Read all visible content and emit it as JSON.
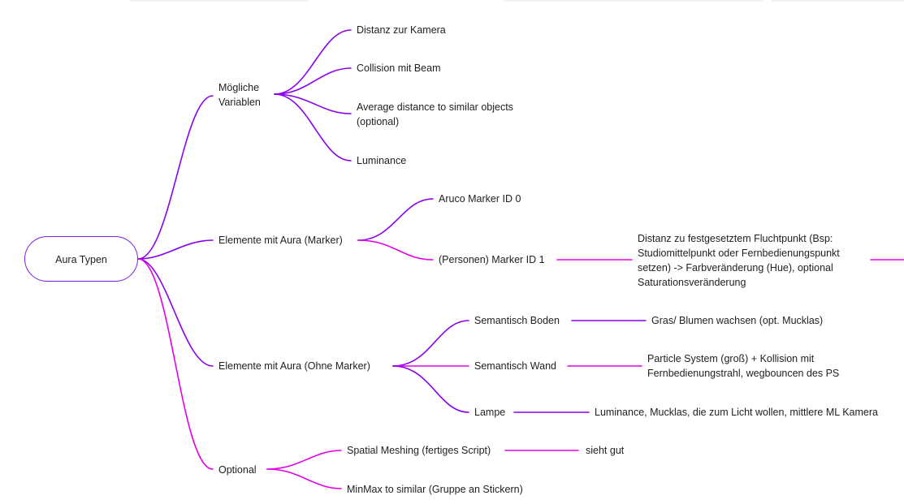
{
  "colors": {
    "purple": "#8a00ee",
    "magenta": "#e300e8",
    "violet": "#a000e6"
  },
  "root": {
    "label": "Aura Typen"
  },
  "branches": {
    "variablen": {
      "label": "Mögliche Variablen",
      "children": {
        "kamera": "Distanz zur Kamera",
        "beam": "Collision mit Beam",
        "similar": "Average distance to similar objects (optional)",
        "luminance": "Luminance"
      }
    },
    "marker": {
      "label": "Elemente mit Aura (Marker)",
      "children": {
        "aruco": "Aruco Marker ID 0",
        "personen": "(Personen) Marker ID 1"
      },
      "personen_detail": "Distanz zu festgesetztem Fluchtpunkt (Bsp: Studiomittelpunkt oder Fernbedienungspunkt setzen) -> Farbveränderung (Hue), optional Saturationsveränderung"
    },
    "ohne_marker": {
      "label": "Elemente mit Aura (Ohne Marker)",
      "children": {
        "boden": "Semantisch Boden",
        "wand": "Semantisch Wand",
        "lampe": "Lampe"
      },
      "details": {
        "boden": "Gras/ Blumen wachsen (opt. Mucklas)",
        "wand": "Particle System (groß) + Kollision mit Fernbedienungstrahl, wegbouncen des PS",
        "lampe": "Luminance, Mucklas, die zum Licht wollen, mittlere ML Kamera"
      }
    },
    "optional": {
      "label": "Optional",
      "children": {
        "meshing": "Spatial Meshing (fertiges Script)",
        "minmax": "MinMax to similar (Gruppe an Stickern)"
      },
      "details": {
        "meshing": "sieht gut"
      }
    }
  }
}
